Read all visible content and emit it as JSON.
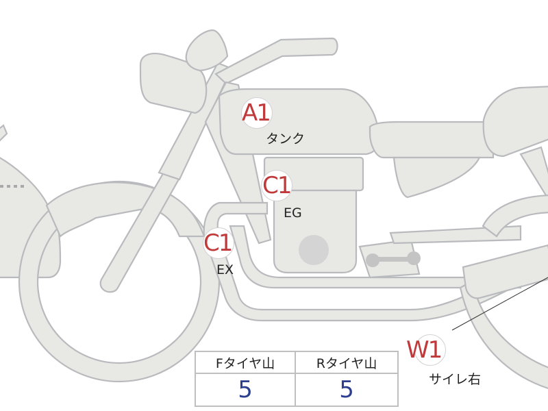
{
  "diagram": {
    "subject": "motorcycle inspection diagram",
    "colors": {
      "part_fill": "#e8e8e5",
      "part_outline": "#b9babd",
      "badge_code": "#c0393b",
      "label_text": "#222222",
      "tread_value": "#2c3f8f",
      "table_border": "#bfbfbf"
    },
    "callouts": [
      {
        "code": "A1",
        "label": "タンク"
      },
      {
        "code": "C1",
        "label": "EG"
      },
      {
        "code": "C1",
        "label": "EX"
      },
      {
        "code": "W1",
        "label": "サイレ右"
      }
    ]
  },
  "tread_table": {
    "headers": [
      "Fタイヤ山",
      "Rタイヤ山"
    ],
    "values": [
      "5",
      "5"
    ]
  }
}
